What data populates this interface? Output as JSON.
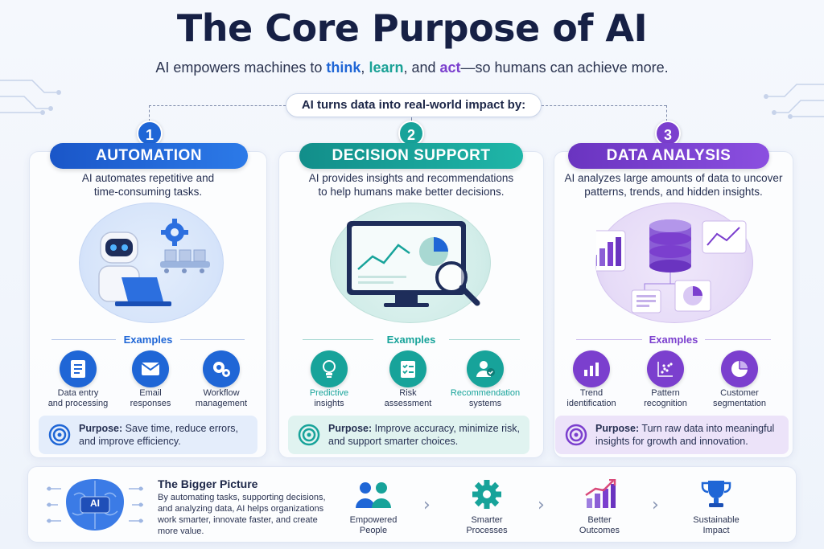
{
  "header": {
    "title": "The Core Purpose of AI",
    "subtitle_prefix": "AI empowers machines to ",
    "kw_think": "think",
    "sep1": ", ",
    "kw_learn": "learn",
    "sep2": ", and ",
    "kw_act": "act",
    "subtitle_suffix": "—so humans can achieve more.",
    "banner": "AI turns data into real-world impact by:"
  },
  "colors": {
    "automation": "#1f66d6",
    "decision": "#17a39a",
    "analysis": "#7b3fce",
    "title": "#162045"
  },
  "pillars": [
    {
      "number": "1",
      "title": "AUTOMATION",
      "description_line1": "AI automates repetitive and",
      "description_line2": "time-consuming tasks.",
      "examples_label": "Examples",
      "examples": [
        {
          "icon": "document-icon",
          "line1": "Data entry",
          "line2": "and processing"
        },
        {
          "icon": "email-icon",
          "line1": "Email",
          "line2": "responses"
        },
        {
          "icon": "gears-icon",
          "line1": "Workflow",
          "line2": "management"
        }
      ],
      "purpose_label": "Purpose:",
      "purpose_line1": " Save time, reduce errors,",
      "purpose_line2": "and improve efficiency."
    },
    {
      "number": "2",
      "title": "DECISION SUPPORT",
      "description_line1": "AI provides insights and recommendations",
      "description_line2": "to help humans make better decisions.",
      "examples_label": "Examples",
      "examples": [
        {
          "icon": "lightbulb-icon",
          "line1": "Predictive",
          "line2": "insights"
        },
        {
          "icon": "checklist-icon",
          "line1": "Risk",
          "line2": "assessment"
        },
        {
          "icon": "user-check-icon",
          "line1": "Recommendation",
          "line2": "systems"
        }
      ],
      "purpose_label": "Purpose:",
      "purpose_line1": " Improve accuracy, minimize risk,",
      "purpose_line2": "and support smarter choices."
    },
    {
      "number": "3",
      "title": "DATA ANALYSIS",
      "description_line1": "AI analyzes large amounts of data to uncover",
      "description_line2": "patterns, trends, and hidden insights.",
      "examples_label": "Examples",
      "examples": [
        {
          "icon": "bar-chart-icon",
          "line1": "Trend",
          "line2": "identification"
        },
        {
          "icon": "scatter-plot-icon",
          "line1": "Pattern",
          "line2": "recognition"
        },
        {
          "icon": "pie-chart-icon",
          "line1": "Customer",
          "line2": "segmentation"
        }
      ],
      "purpose_label": "Purpose:",
      "purpose_line1": " Turn raw data into meaningful",
      "purpose_line2": "insights for growth and innovation."
    }
  ],
  "bigger_picture": {
    "badge": "AI",
    "title": "The Bigger Picture",
    "text_line1": "By automating tasks, supporting decisions,",
    "text_line2": "and analyzing data, AI helps organizations",
    "text_line3": "work smarter, innovate faster, and create",
    "text_line4": "more value.",
    "outcomes": [
      {
        "icon": "people-icon",
        "line1": "Empowered",
        "line2": "People"
      },
      {
        "icon": "gear-icon",
        "line1": "Smarter",
        "line2": "Processes"
      },
      {
        "icon": "growth-chart-icon",
        "line1": "Better",
        "line2": "Outcomes"
      },
      {
        "icon": "trophy-icon",
        "line1": "Sustainable",
        "line2": "Impact"
      }
    ]
  }
}
